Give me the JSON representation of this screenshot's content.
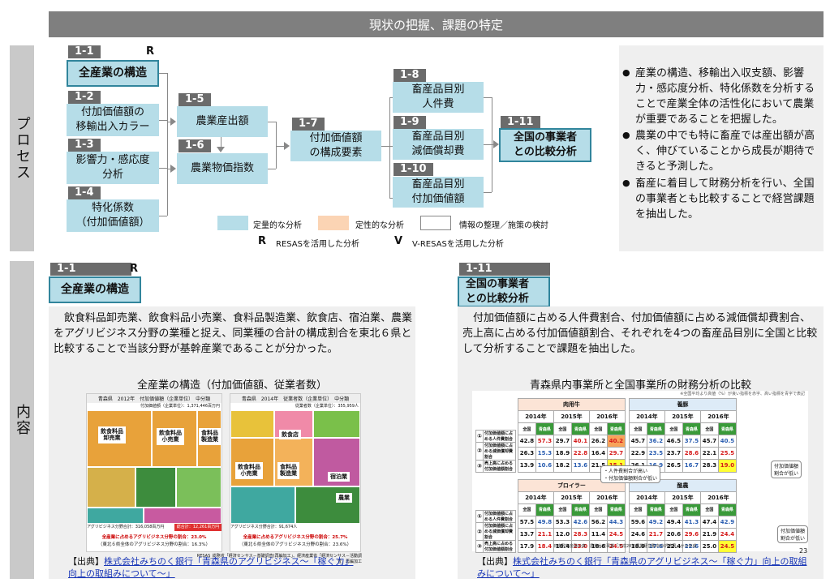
{
  "header": {
    "title": "現状の把握、課題の特定"
  },
  "sidebar": {
    "process": "プロセス",
    "content": "内容"
  },
  "flow": {
    "n1_1": {
      "tag": "1-1",
      "mark": "R",
      "label": "全産業の構造"
    },
    "n1_2": {
      "tag": "1-2",
      "label": "付加価値額の\n移輸出入カラー"
    },
    "n1_3": {
      "tag": "1-3",
      "label": "影響力・感応度\n分析"
    },
    "n1_4": {
      "tag": "1-4",
      "label": "特化係数\n（付加価値額）"
    },
    "n1_5": {
      "tag": "1-5",
      "label": "農業産出額"
    },
    "n1_6": {
      "tag": "1-6",
      "label": "農業物価指数"
    },
    "n1_7": {
      "tag": "1-7",
      "label": "付加価値額\nの構成要素"
    },
    "n1_8": {
      "tag": "1-8",
      "label": "畜産品目別\n人件費"
    },
    "n1_9": {
      "tag": "1-9",
      "label": "畜産品目別\n減価償却費"
    },
    "n1_10": {
      "tag": "1-10",
      "label": "畜産品目別\n付加価値額"
    },
    "n1_11": {
      "tag": "1-11",
      "label": "全国の事業者\nとの比較分析"
    }
  },
  "legend": {
    "quant": "定量的な分析",
    "qual": "定性的な分析",
    "info": "情報の整理／施策の検討",
    "r_mark": "R",
    "r_text": "RESASを活用した分析",
    "v_mark": "V",
    "v_text": "V-RESASを活用した分析",
    "colors": {
      "quant": "#b6dde8",
      "qual": "#fbd4b4"
    }
  },
  "bullets": [
    "産業の構造、移輸出入収支額、影響力・感応度分析、特化係数を分析することで産業全体の活性化において農業が重要であることを把握した。",
    "農業の中でも特に畜産では産出額が高く、伸びていることから成長が期待できると予測した。",
    "畜産に着目して財務分析を行い、全国の事業者とも比較することで経営課題を抽出した。"
  ],
  "left": {
    "tag": "1-1",
    "mark": "R",
    "title": "全産業の構造",
    "paragraph": "　飲食料品卸売業、飲食料品小売業、食料品製造業、飲食店、宿泊業、農業をアグリビジネス分野の業種と捉え、同業種の合計の構成割合を東北６県と比較することで当該分野が基幹産業であることが分かった。",
    "chart_title": "全産業の構造（付加価値額、従業者数）",
    "map1": {
      "title": "青森県　2012年　付加価値額（企業単位）　中分類",
      "sub": "付加価値額（企業単位）：1,371,446百万円",
      "blocks": [
        "飲食料品\n卸売業",
        "飲食料品\n小売業",
        "食料品\n製造業"
      ],
      "bar_left": "アグリビジネス分野合計：316,058百万円",
      "bar_right": "総合計：12,261百万円",
      "note1": "全産業に占めるアグリビジネス分野の割合：23.0%",
      "note2": "（東北６県全体のアグリビジネス分野の割合：16.3%）"
    },
    "map2": {
      "title": "青森県　2014年　従業者数（企業単位）　中分類",
      "sub": "従業者数（企業単位）：355,959人",
      "blocks": [
        "飲食店",
        "飲食料品\n小売業",
        "食料品\n製造業",
        "宿泊業",
        "農業"
      ],
      "bar_left": "アグリビジネス分野合計：91,674人",
      "note1": "全産業に占めるアグリビジネス分野の割合：25.7%",
      "note2": "（東北６県全体のアグリビジネス分野の割合：23.6%）"
    },
    "credit": "RESAS_総務省「経済センサス－基礎調査(再編加工」、経済産業省「経済センサス－活動調査」再編加工",
    "source_label": "【出典】",
    "source_link": "株式会社みちのく銀行「青森県のアグリビジネス～「稼ぐ力」向上の取組みについて～」"
  },
  "right": {
    "tag": "1-11",
    "title": "全国の事業者\nとの比較分析",
    "paragraph": "　付加価値額に占める人件費割合、付加価値額に占める減価償却費割合、売上高に占める付加価値額割合、それぞれを4つの畜産品目別に全国と比較して分析することで課題を抽出した。",
    "chart_title": "青森県内事業所と全国事業所の財務分析の比較",
    "legend_note": "※全国平均より高値（%）が良い指標を赤字、高い指標を青字で表記",
    "years": [
      "2014年",
      "2015年",
      "2016年"
    ],
    "col_nat": "全国",
    "col_aom": "青森県",
    "row_labels": [
      "付加価値額に占める人件費割合",
      "付加価値額に占める減価償却費割合",
      "売上高に占める付加価値額割合"
    ],
    "row_nums": [
      "①",
      "②",
      "③"
    ],
    "tables": [
      {
        "name": "肉用牛",
        "rows": [
          [
            "42.8",
            "57.3",
            "29.7",
            "40.1",
            "26.2",
            "40.2"
          ],
          [
            "26.3",
            "15.3",
            "18.9",
            "22.8",
            "16.4",
            "29.7"
          ],
          [
            "13.9",
            "10.6",
            "18.2",
            "13.6",
            "21.5",
            "15.1"
          ]
        ]
      },
      {
        "name": "養豚",
        "rows": [
          [
            "45.7",
            "36.2",
            "46.5",
            "37.5",
            "45.7",
            "40.5"
          ],
          [
            "22.9",
            "23.5",
            "23.7",
            "28.6",
            "22.1",
            "25.5"
          ],
          [
            "26.1",
            "16.9",
            "26.5",
            "16.7",
            "28.3",
            "19.0"
          ]
        ]
      },
      {
        "name": "ブロイラー",
        "rows": [
          [
            "57.5",
            "49.8",
            "53.3",
            "42.6",
            "56.2",
            "44.3"
          ],
          [
            "13.7",
            "21.1",
            "12.0",
            "28.3",
            "11.4",
            "24.5"
          ],
          [
            "17.9",
            "18.4",
            "18.4",
            "23.0",
            "18.6",
            "24.5"
          ]
        ]
      },
      {
        "name": "酪農",
        "rows": [
          [
            "59.6",
            "49.2",
            "49.4",
            "41.3",
            "47.4",
            "42.9"
          ],
          [
            "24.6",
            "21.7",
            "20.6",
            "29.6",
            "21.9",
            "24.4"
          ],
          [
            "18.9",
            "17.6",
            "22.4",
            "22.6",
            "25.0",
            "24.5"
          ]
        ]
      }
    ],
    "callout1": "・人件費割合が高い\n・付加価値額割合が低い",
    "callout2": "付加価値額\n割合が低い",
    "callout3": "付加価値額\n割合が低い",
    "footnote": "日本政策金融公庫　農林水産事業「平成28年農業経営動向分析結果」から作成",
    "source_label": "【出典】",
    "source_link": "株式会社みちのく銀行「青森県のアグリビジネス～「稼ぐ力」向上の取組みについて～」",
    "page_no": "23"
  }
}
